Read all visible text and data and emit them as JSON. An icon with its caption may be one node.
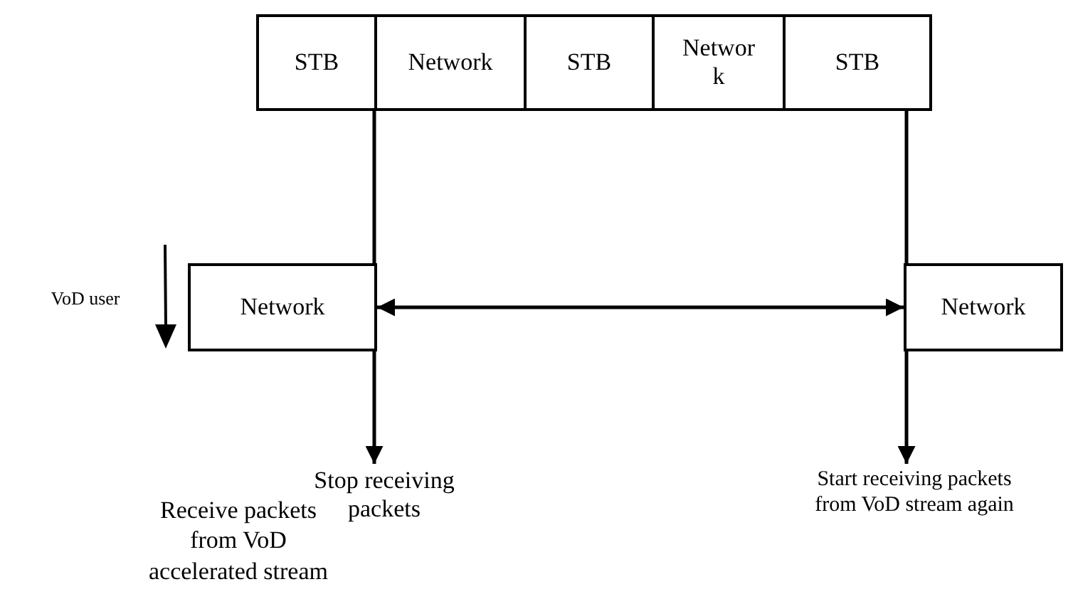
{
  "diagram": {
    "nodes": [
      {
        "text": [
          "STB"
        ]
      },
      {
        "text": [
          "Network"
        ]
      },
      {
        "text": [
          "STB"
        ]
      },
      {
        "text": [
          "Network"
        ]
      },
      {
        "text": [
          "STB"
        ]
      },
      {
        "text": [
          "Network"
        ]
      },
      {
        "text": [
          "Network"
        ]
      },
      {
        "text": [
          "Stop receiving packets"
        ]
      },
      {
        "text": [
          "Start receiving packets from VoD stream again"
        ]
      }
    ],
    "edges": [
      {
        "from": 1,
        "to": 7,
        "arrow": "to"
      },
      {
        "from": 5,
        "to": 6,
        "arrow": "both"
      },
      {
        "from": 4,
        "to": 8,
        "arrow": "to"
      }
    ],
    "labels": [
      "VoD user",
      "Receive packets from VoD accelerated stream"
    ]
  }
}
